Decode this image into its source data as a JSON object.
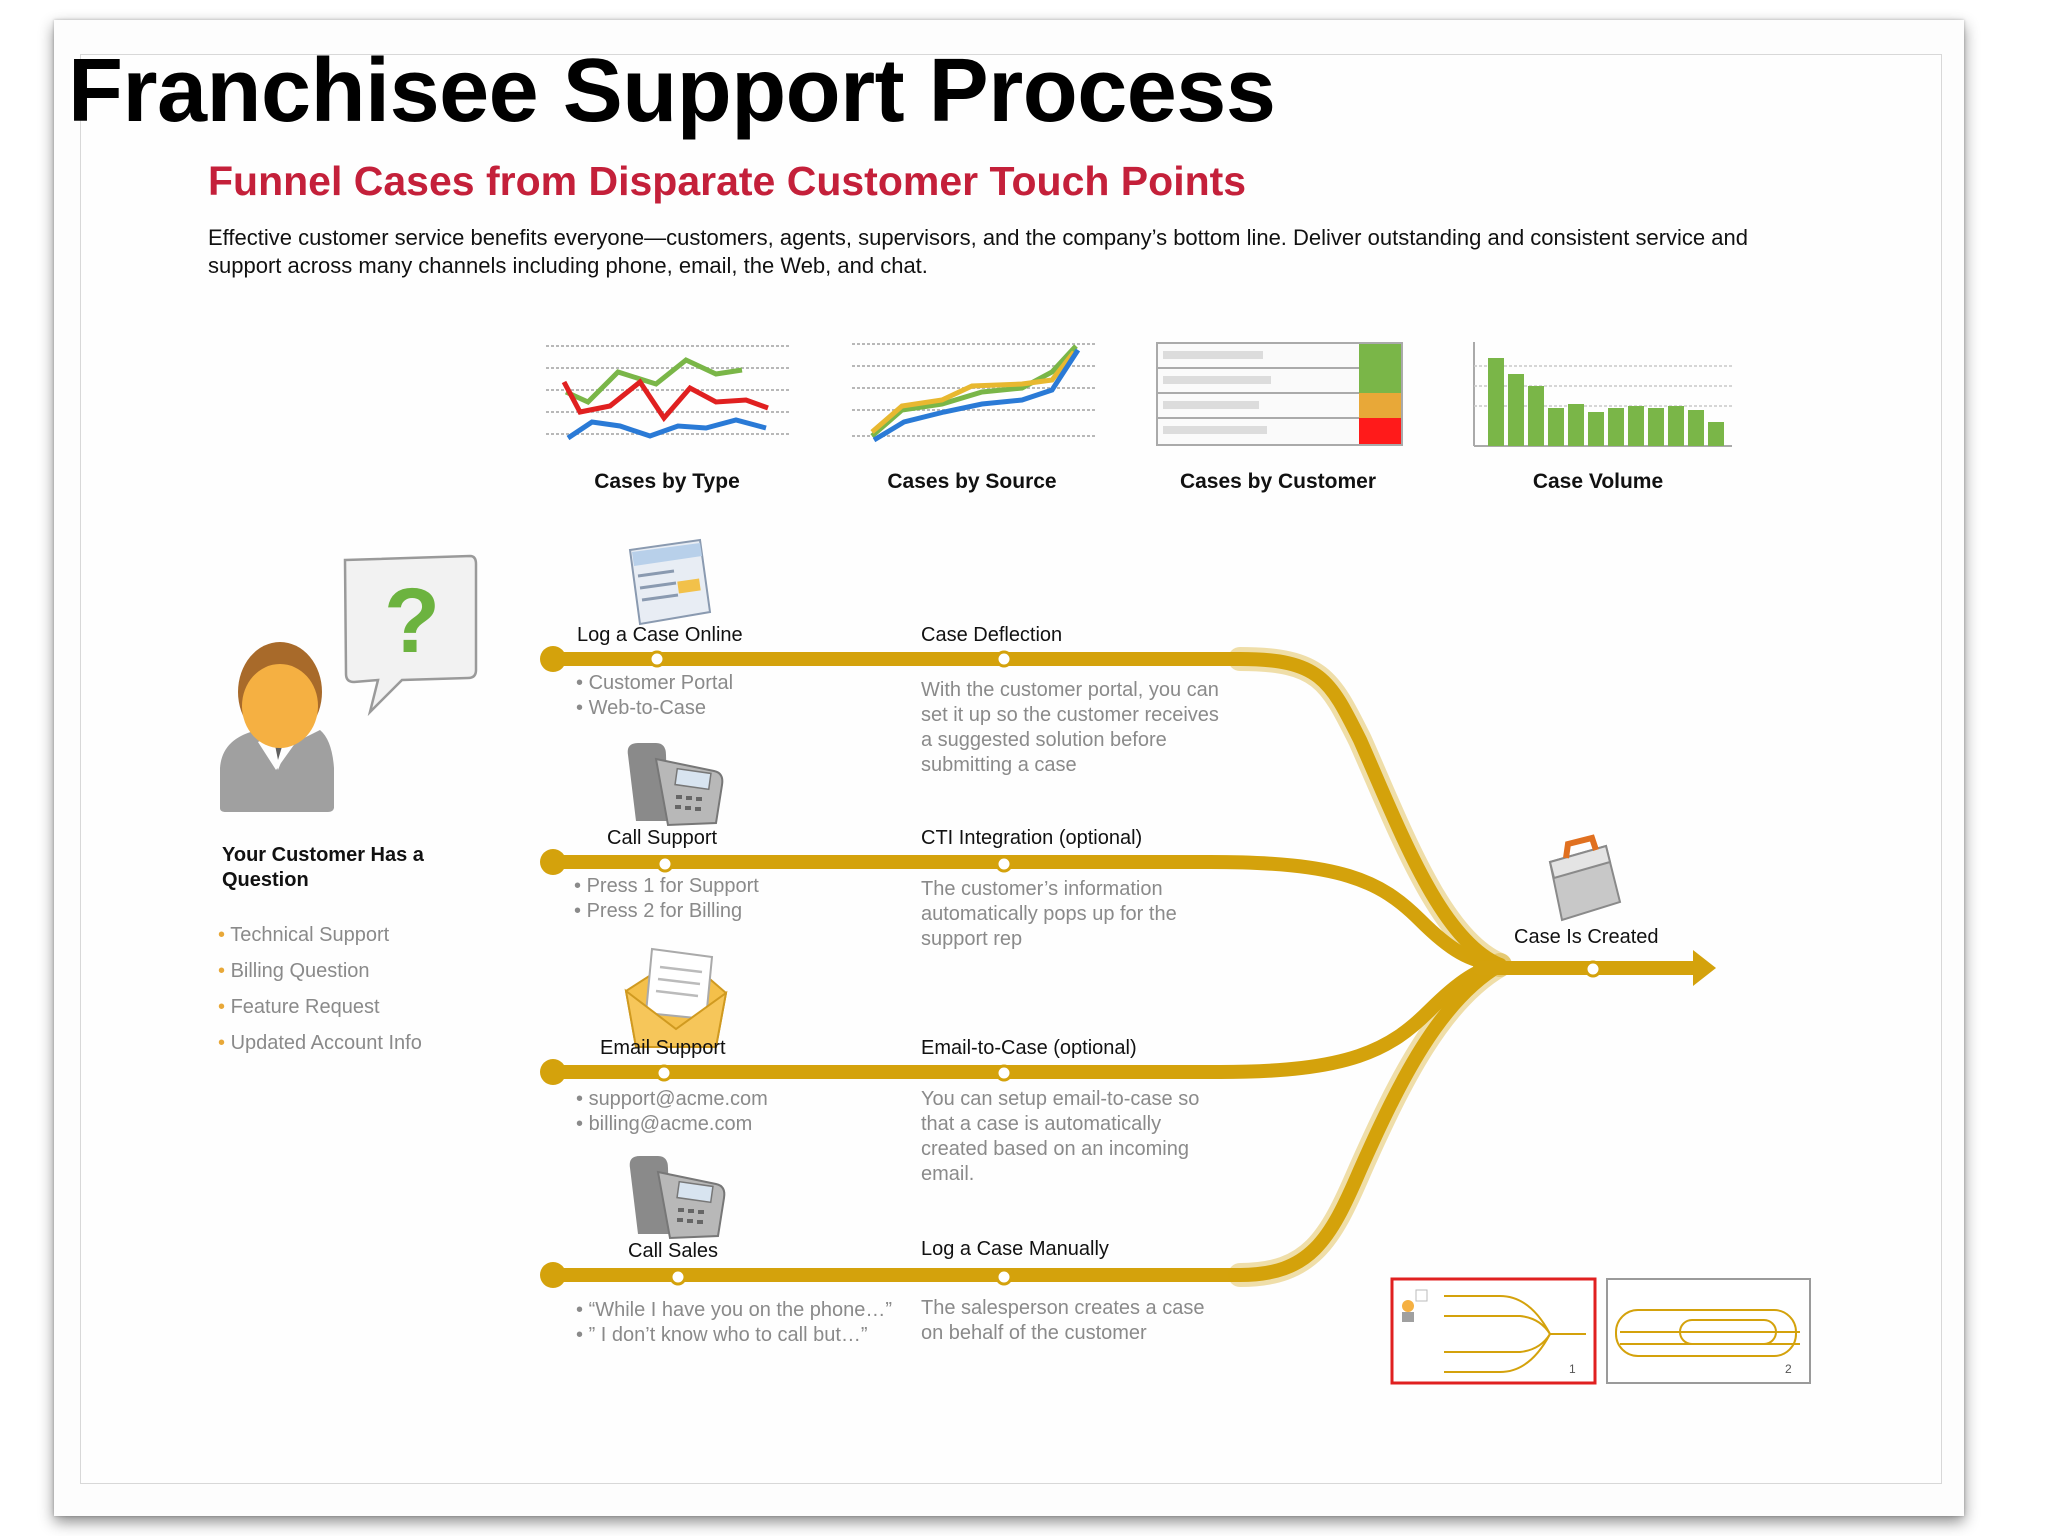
{
  "title": "Franchisee Support Process",
  "subtitle": "Funnel Cases from Disparate Customer Touch Points",
  "intro": "Effective customer service benefits everyone—customers, agents, supervisors, and the company’s bottom line. Deliver outstanding and consistent service and support across many channels including phone, email, the Web, and chat.",
  "charts": [
    {
      "label": "Cases by Type",
      "icon": "line-chart-icon"
    },
    {
      "label": "Cases by Source",
      "icon": "rising-line-chart-icon"
    },
    {
      "label": "Cases by Customer",
      "icon": "table-heat-icon"
    },
    {
      "label": "Case Volume",
      "icon": "bar-chart-icon"
    }
  ],
  "customer": {
    "title": "Your Customer Has a Question",
    "items": [
      "Technical Support",
      "Billing Question",
      "Feature Request",
      "Updated Account Info"
    ],
    "icon": "person-question-icon"
  },
  "channels": [
    {
      "label": "Log a Case Online",
      "icon": "web-form-icon",
      "bullets": [
        "Customer Portal",
        "Web-to-Case"
      ],
      "feature": "Case Deflection",
      "description": "With the customer portal, you can set it up so the customer receives a suggested solution before submitting a case"
    },
    {
      "label": "Call Support",
      "icon": "phone-icon",
      "bullets": [
        "Press 1 for Support",
        "Press 2 for Billing"
      ],
      "feature": "CTI Integration (optional)",
      "description": "The customer’s information automatically pops up for the support rep"
    },
    {
      "label": "Email Support",
      "icon": "email-icon",
      "bullets": [
        "support@acme.com",
        "billing@acme.com"
      ],
      "feature": "Email-to-Case (optional)",
      "description": "You can setup email-to-case so that a case is automatically created based on an incoming email."
    },
    {
      "label": "Call Sales",
      "icon": "phone-icon",
      "bullets": [
        "“While I have you on the phone…”",
        "” I don’t know who to call but…”"
      ],
      "feature": "Log a Case Manually",
      "description": "The salesperson creates a case on behalf of the customer"
    }
  ],
  "outcome": {
    "label": "Case Is Created",
    "icon": "toolbox-icon"
  },
  "thumbnails": [
    {
      "number": "1",
      "selected": true
    },
    {
      "number": "2",
      "selected": false
    }
  ],
  "colors": {
    "track": "#d4a20c",
    "title_red": "#c4203a",
    "question_green": "#6cb33f",
    "bullet_orange": "#e8a838",
    "thumb_selected": "#e02020"
  }
}
